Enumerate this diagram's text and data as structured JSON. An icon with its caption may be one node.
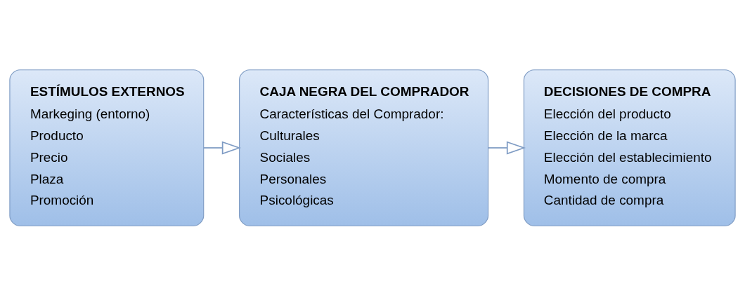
{
  "diagram": {
    "nodes": [
      {
        "text": [
          "ESTÍMULOS EXTERNOS",
          "Markeging (entorno)",
          "Producto",
          "Precio",
          "Plaza",
          "Promoción"
        ]
      },
      {
        "text": [
          "CAJA NEGRA DEL COMPRADOR",
          "Características del Comprador:",
          "Culturales",
          "Sociales",
          "Personales",
          "Psicológicas"
        ]
      },
      {
        "text": [
          "DECISIONES DE COMPRA",
          "Elección del producto",
          "Elección de la marca",
          "Elección del establecimiento",
          "Momento de compra",
          "Cantidad de compra"
        ]
      }
    ],
    "edges": [
      {
        "from": 0,
        "to": 1,
        "arrow": "to"
      },
      {
        "from": 1,
        "to": 2,
        "arrow": "to"
      }
    ]
  }
}
